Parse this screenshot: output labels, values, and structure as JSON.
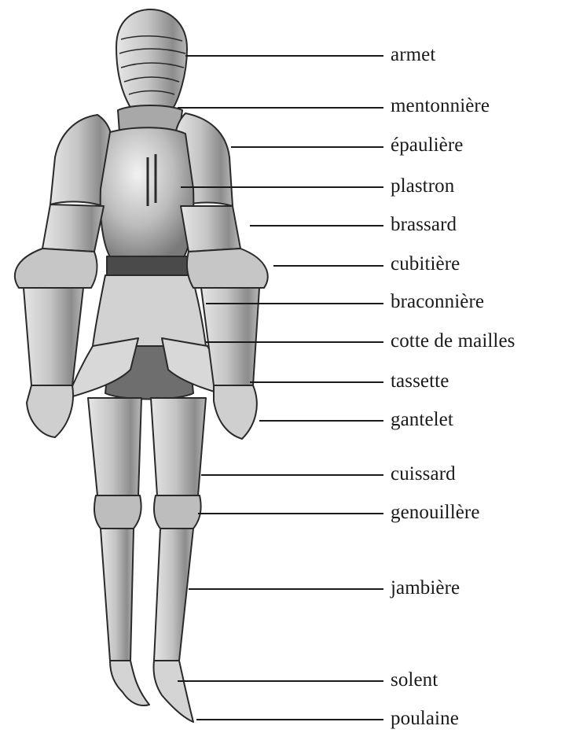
{
  "figure": {
    "labels": [
      {
        "id": "armet",
        "text": "armet"
      },
      {
        "id": "mentonniere",
        "text": "mentonnière"
      },
      {
        "id": "epauliere",
        "text": "épaulière"
      },
      {
        "id": "plastron",
        "text": "plastron"
      },
      {
        "id": "brassard",
        "text": "brassard"
      },
      {
        "id": "cubitiere",
        "text": "cubitière"
      },
      {
        "id": "braconniere",
        "text": "braconnière"
      },
      {
        "id": "cotte",
        "text": "cotte de mailles"
      },
      {
        "id": "tassette",
        "text": "tassette"
      },
      {
        "id": "gantelet",
        "text": "gantelet"
      },
      {
        "id": "cuissard",
        "text": "cuissard"
      },
      {
        "id": "genouillere",
        "text": "genouillère"
      },
      {
        "id": "jambiere",
        "text": "jambière"
      },
      {
        "id": "solent",
        "text": "solent"
      },
      {
        "id": "poulaine",
        "text": "poulaine"
      }
    ]
  }
}
